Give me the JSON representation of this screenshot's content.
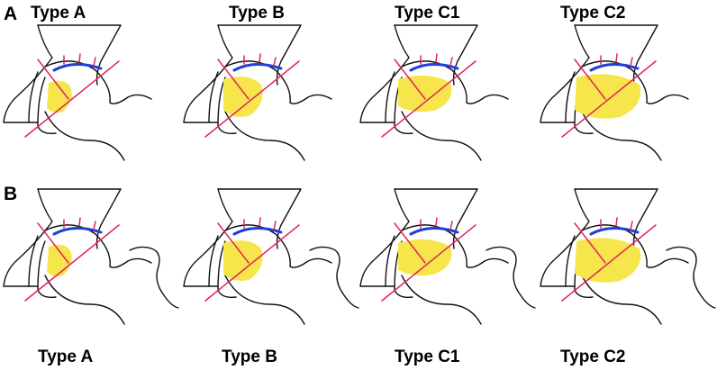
{
  "panels": [
    {
      "letter": "A",
      "labels": [
        "Type A",
        "Type B",
        "Type C1",
        "Type C2"
      ]
    },
    {
      "letter": "B",
      "labels": [
        "Type A",
        "Type B",
        "Type C1",
        "Type C2"
      ]
    }
  ],
  "colors": {
    "necrosis_fill": "#f7e64b",
    "roof_arc": "#1f3fd6",
    "reference_lines": "#e0245e",
    "outline": "#111111"
  }
}
